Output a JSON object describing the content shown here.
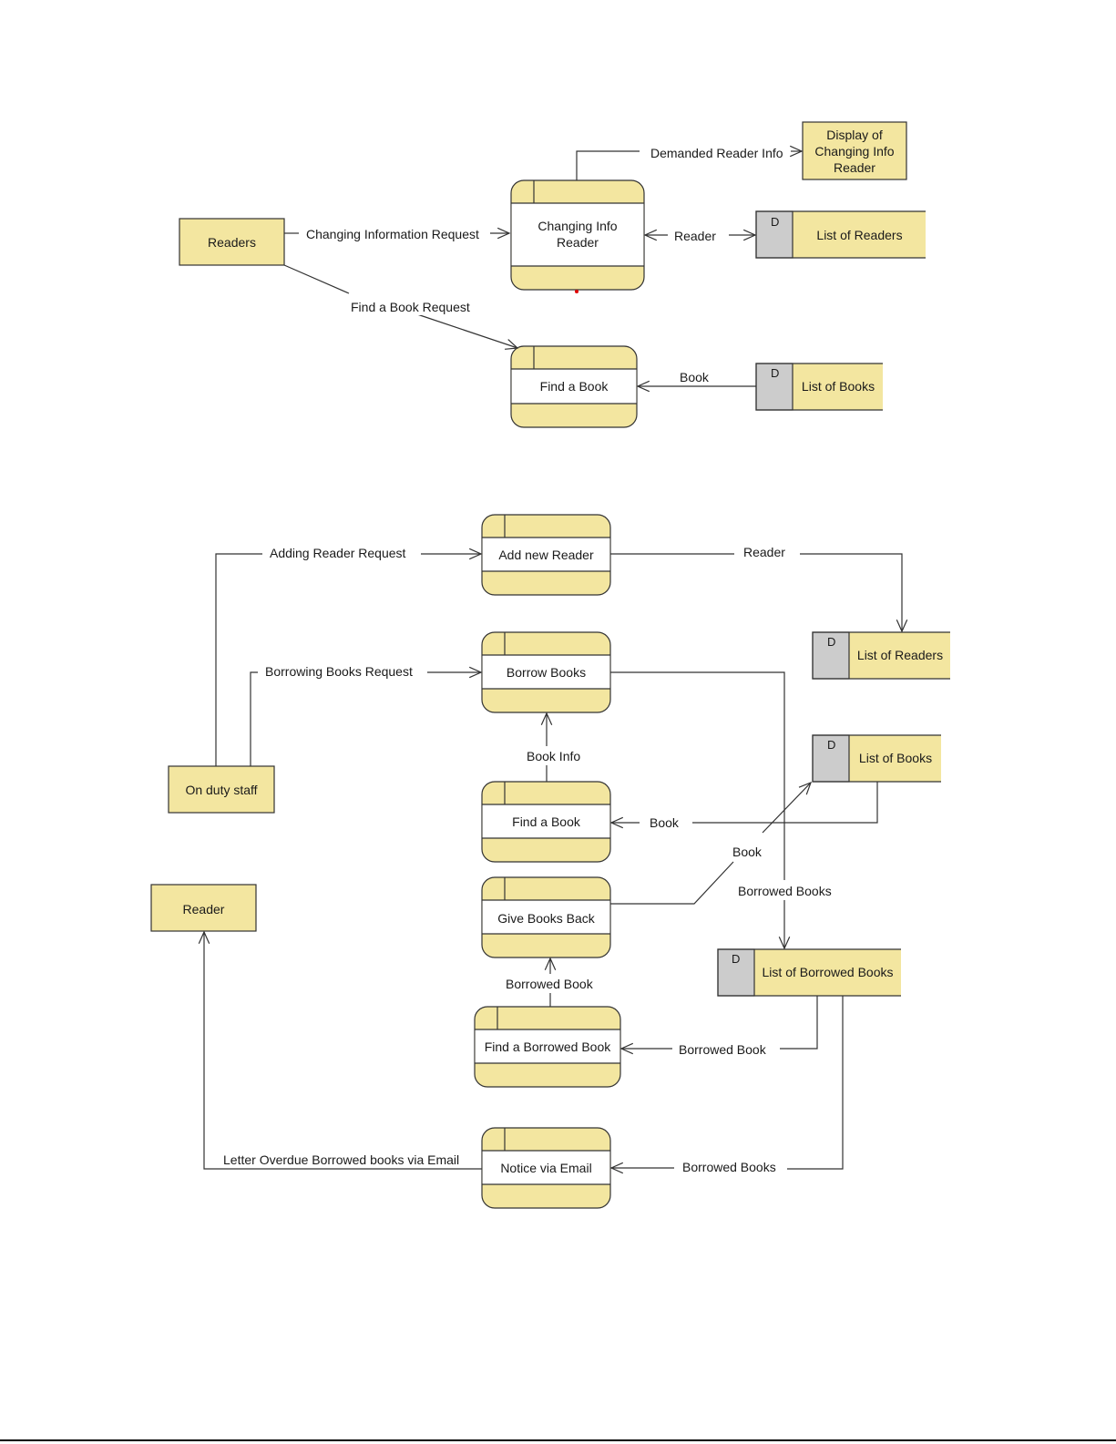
{
  "colors": {
    "fill": "#f3e6a0",
    "store_id_fill": "#cccccc",
    "stroke": "#333333",
    "marker": "#e00000"
  },
  "entities": {
    "readers": "Readers",
    "display": "Display of\nChanging Info\nReader",
    "on_duty": "On duty staff",
    "reader": "Reader"
  },
  "processes": {
    "changing_info": "Changing Info\nReader",
    "find_book_1": "Find a Book",
    "add_reader": "Add new Reader",
    "borrow": "Borrow  Books",
    "find_book_2": "Find a Book",
    "give_back": "Give Books Back",
    "find_borrowed": "Find a Borrowed Book",
    "notice": "Notice via Email"
  },
  "stores": {
    "id_letter": "D",
    "readers_1": "List of Readers",
    "books_1": "List of Books",
    "readers_2": "List of Readers",
    "books_2": "List of Books",
    "borrowed": "List of Borrowed Books"
  },
  "flows": {
    "demanded_reader_info": "Demanded Reader Info",
    "changing_info_request": "Changing Information Request",
    "reader_1": "Reader",
    "find_book_request": "Find a Book Request",
    "book_1": "Book",
    "adding_reader_request": "Adding Reader Request",
    "reader_2": "Reader",
    "borrowing_books_request": "Borrowing Books Request",
    "book_info": "Book Info",
    "book_2": "Book",
    "book_3": "Book",
    "borrowed_books_1": "Borrowed Books",
    "borrowed_book_1": "Borrowed Book",
    "borrowed_book_2": "Borrowed Book",
    "borrowed_books_2": "Borrowed Books",
    "letter_overdue": "Letter Overdue Borrowed books via Email"
  }
}
